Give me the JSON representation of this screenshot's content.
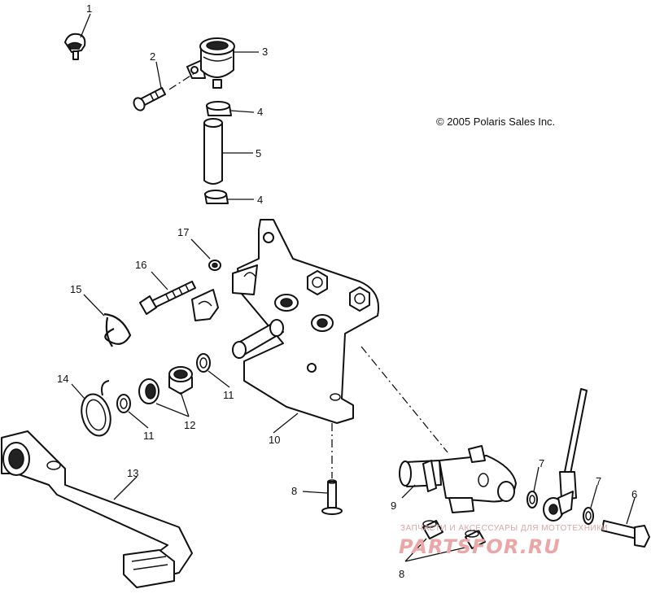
{
  "copyright": "© 2005 Polaris Sales Inc.",
  "watermark": {
    "tagline": "ЗАПЧАСТИ И АКСЕССУАРЫ ДЛЯ МОТОТЕХНИКИ",
    "brand": "PARTSFOR.RU"
  },
  "callouts": [
    {
      "id": "c1",
      "label": "1"
    },
    {
      "id": "c2",
      "label": "2"
    },
    {
      "id": "c3",
      "label": "3"
    },
    {
      "id": "c4a",
      "label": "4"
    },
    {
      "id": "c5",
      "label": "5"
    },
    {
      "id": "c4b",
      "label": "4"
    },
    {
      "id": "c17",
      "label": "17"
    },
    {
      "id": "c16",
      "label": "16"
    },
    {
      "id": "c15",
      "label": "15"
    },
    {
      "id": "c14",
      "label": "14"
    },
    {
      "id": "c11a",
      "label": "11"
    },
    {
      "id": "c12",
      "label": "12"
    },
    {
      "id": "c11b",
      "label": "11"
    },
    {
      "id": "c10",
      "label": "10"
    },
    {
      "id": "c13",
      "label": "13"
    },
    {
      "id": "c8a",
      "label": "8"
    },
    {
      "id": "c9",
      "label": "9"
    },
    {
      "id": "c7a",
      "label": "7"
    },
    {
      "id": "c7b",
      "label": "7"
    },
    {
      "id": "c6",
      "label": "6"
    },
    {
      "id": "c8b",
      "label": "8"
    }
  ]
}
